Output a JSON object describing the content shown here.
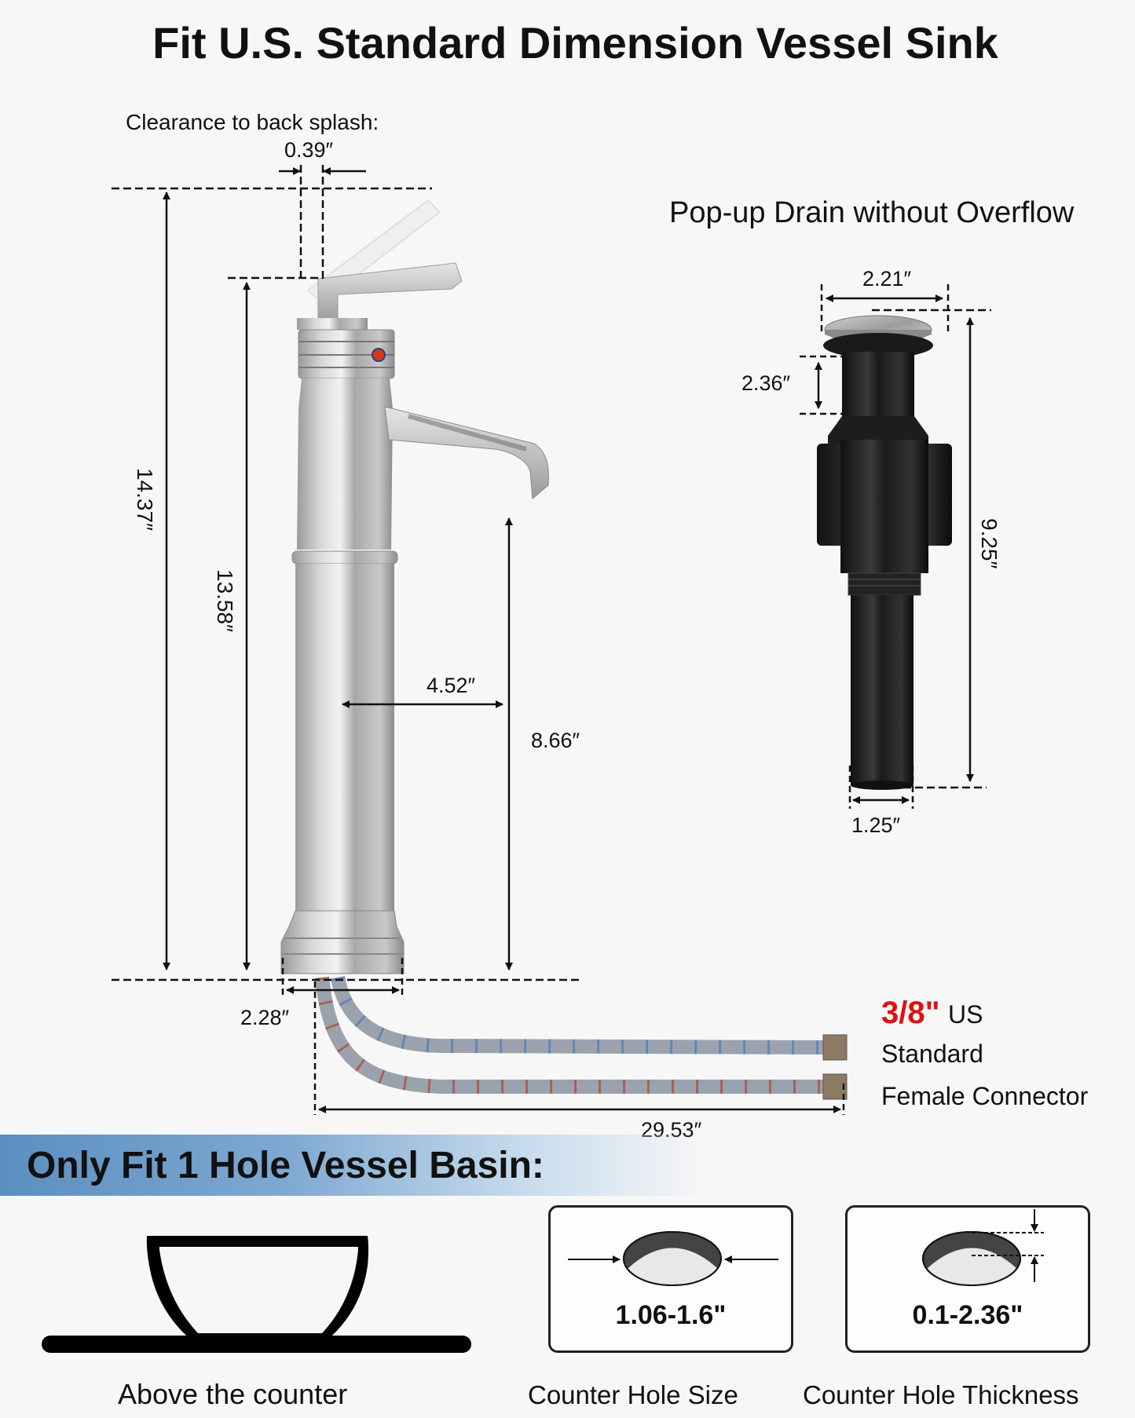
{
  "title": "Fit U.S. Standard Dimension Vessel Sink",
  "faucet": {
    "clearance_label": "Clearance to back splash:",
    "clearance_value": "0.39″",
    "total_height": "14.37″",
    "handle_height": "13.58″",
    "spout_reach": "4.52″",
    "spout_height": "8.66″",
    "base_diameter": "2.28″",
    "hose_length": "29.53″"
  },
  "connector": {
    "size": "3/8\"",
    "line1_suffix": "US",
    "line2": "Standard",
    "line3": "Female Connector",
    "accent_color": "#e01010"
  },
  "drain": {
    "title": "Pop-up Drain without Overflow",
    "cap_diameter": "2.21″",
    "thread_height": "2.36″",
    "total_height": "9.25″",
    "tail_diameter": "1.25″"
  },
  "basin_section": {
    "banner": "Only Fit 1 Hole Vessel Basin:",
    "banner_color": "#5b8fc0",
    "items": [
      {
        "caption": "Above the counter",
        "icon": "vessel-sink-icon"
      },
      {
        "caption": "Counter Hole Size",
        "value": "1.06-1.6\"",
        "icon": "hole-diameter-icon"
      },
      {
        "caption": "Counter Hole Thickness",
        "value": "0.1-2.36\"",
        "icon": "hole-thickness-icon"
      }
    ]
  }
}
